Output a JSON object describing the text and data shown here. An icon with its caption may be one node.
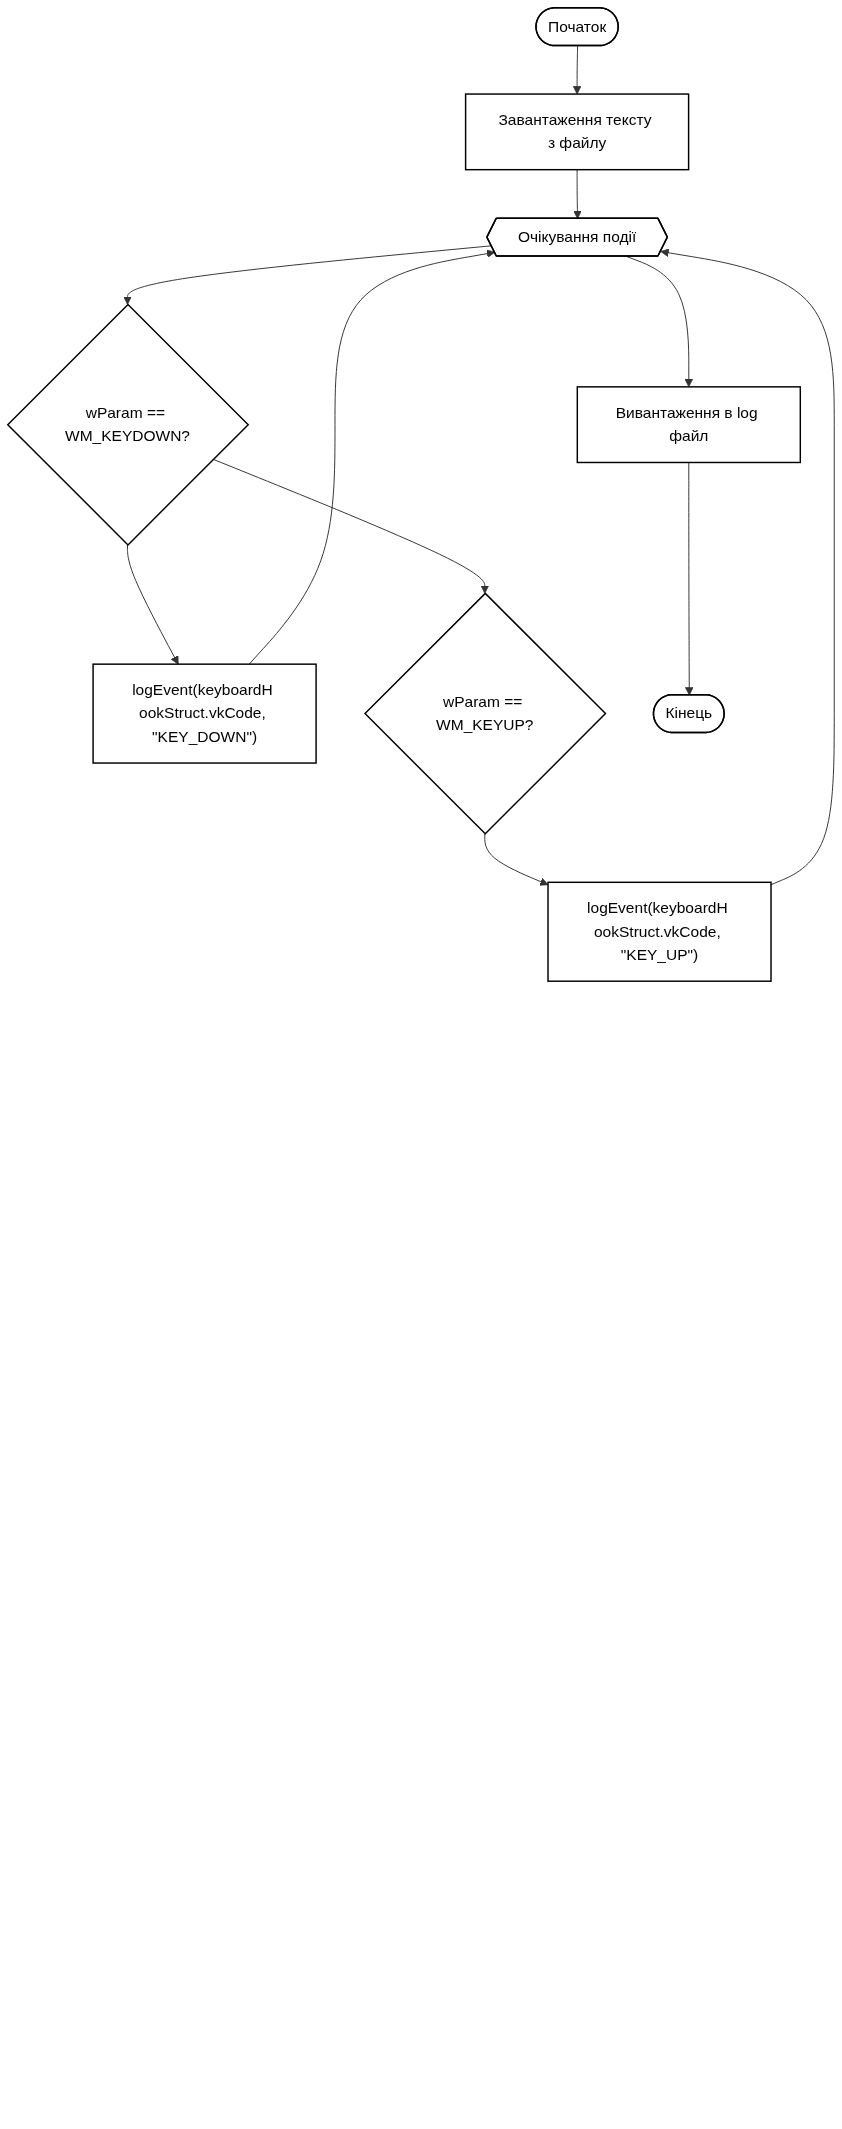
{
  "diagram": {
    "nodes": [
      {
        "text": [
          "Початок"
        ]
      },
      {
        "text": [
          "Завантаження тексту з файлу"
        ]
      },
      {
        "text": [
          "Очікування події"
        ]
      },
      {
        "text": [
          "wParam == WM_KEYDOWN?"
        ]
      },
      {
        "text": [
          "logEvent(keyboardH ookStruct.vkCode, \"KEY_DOWN\")"
        ]
      },
      {
        "text": [
          "wParam == WM_KEYUP?"
        ]
      },
      {
        "text": [
          "logEvent(keyboardH ookStruct.vkCode, \"KEY_UP\")"
        ]
      },
      {
        "text": [
          "Вивантаження в log файл"
        ]
      },
      {
        "text": [
          "Кінець"
        ]
      }
    ],
    "edges": [
      {
        "from": 0,
        "to": 1,
        "arrow": "to"
      },
      {
        "from": 1,
        "to": 2,
        "arrow": "to"
      },
      {
        "from": 2,
        "to": 3,
        "arrow": "to"
      },
      {
        "from": 3,
        "to": 4,
        "arrow": "to"
      },
      {
        "from": 3,
        "to": 5,
        "arrow": "to"
      },
      {
        "from": 5,
        "to": 6,
        "arrow": "to"
      },
      {
        "from": 6,
        "to": 2,
        "arrow": "to"
      },
      {
        "from": 4,
        "to": 2,
        "arrow": "to"
      },
      {
        "from": 2,
        "to": 7,
        "arrow": "to"
      },
      {
        "from": 7,
        "to": 8,
        "arrow": "to"
      }
    ]
  }
}
